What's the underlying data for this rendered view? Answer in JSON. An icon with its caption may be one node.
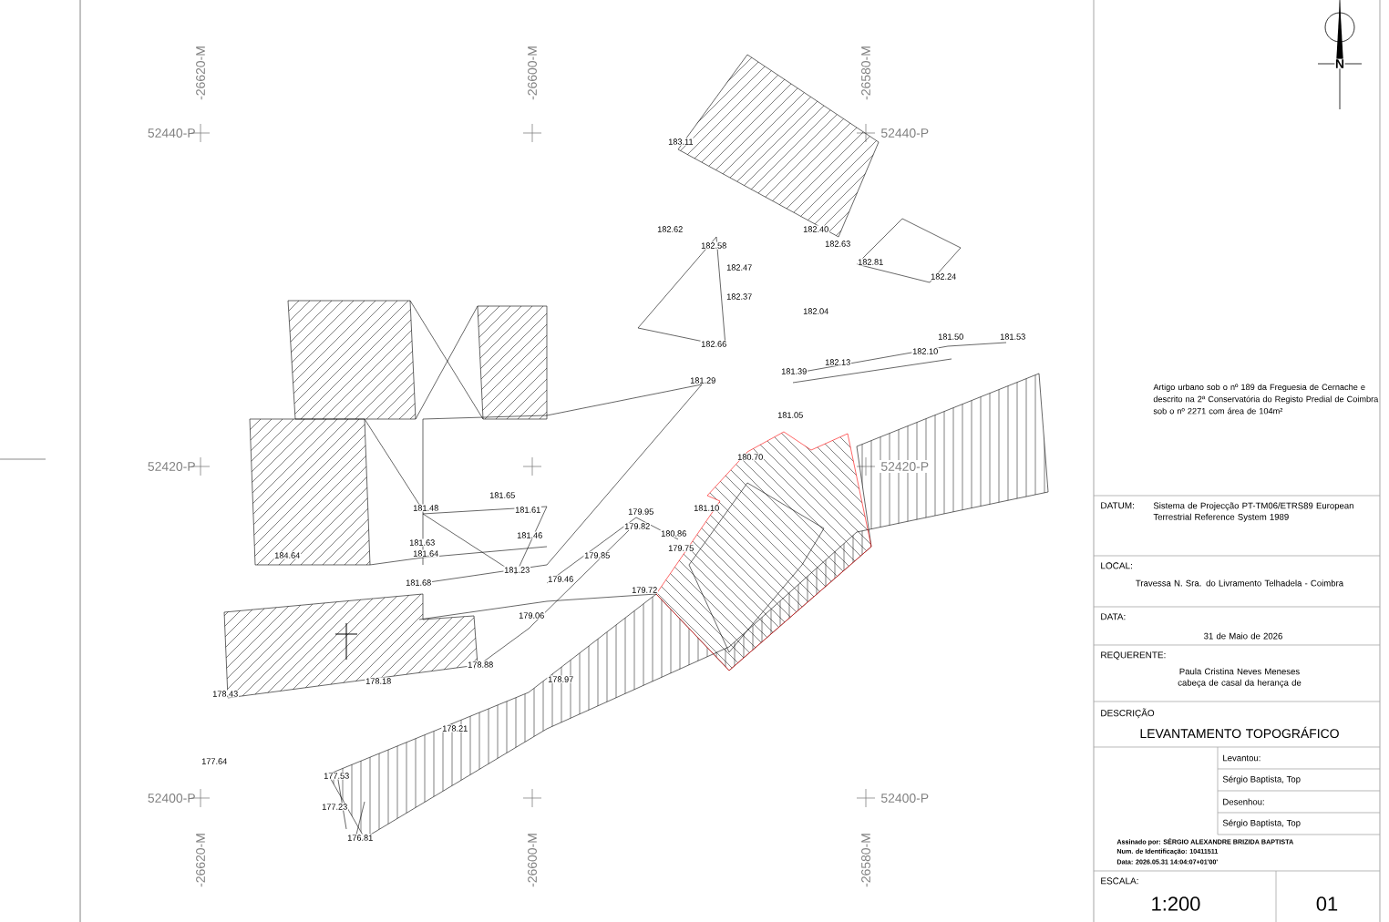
{
  "diagram": {
    "labels": [
      "52440-P",
      "-26620-M",
      "-26600-M",
      "-26580-M",
      "52440-P",
      "52420-P",
      "52420-P",
      "52400-P",
      "52400-P",
      "-26620-M",
      "-26600-M",
      "-26580-M",
      "183.11",
      "182.62",
      "182.40",
      "182.58",
      "182.63",
      "182.47",
      "182.81",
      "182.24",
      "182.37",
      "182.04",
      "182.66",
      "181.50",
      "181.53",
      "182.10",
      "182.13",
      "181.39",
      "181.29",
      "181.05",
      "180.70",
      "181.65",
      "181.48",
      "181.61",
      "179.95",
      "181.10",
      "179.82",
      "181.46",
      "180.86",
      "181.63",
      "179.75",
      "184.64",
      "181.64",
      "179.85",
      "181.23",
      "179.46",
      "181.68",
      "179.72",
      "179.06",
      "178.88",
      "178.18",
      "178.97",
      "178.43",
      "178.21",
      "177.64",
      "177.53",
      "177.23",
      "176.81",
      "N",
      "Artigo urbano sob o nº 189 da Freguesia de Cernache e descrito na 2ª Conservatória do Registo Predial de Coimbra sob o nº 2271 com área de 104m²",
      "DATUM:",
      "Sistema de Projecção PT-TM06/ETRS89 European Terrestrial Reference System 1989",
      "LOCAL:",
      "Travessa N. Sra. do Livramento Telhadela - Coimbra",
      "DATA:",
      "31 de Maio de 2026",
      "REQUERENTE:",
      "Paula Cristina Neves Meneses cabeça de casal da herança de",
      "DESCRIÇÃO",
      "LEVANTAMENTO TOPOGRÁFICO",
      "Levantou:",
      "Sérgio Baptista, Top",
      "Desenhou:",
      "Sérgio Baptista, Top",
      "Assinado por: SÉRGIO ALEXANDRE BRIZIDA BAPTISTA",
      "Num. de Identificação: 10411511",
      "Data: 2026.05.31 14:04:07+01'00'",
      "ESCALA:",
      "1:200",
      "01"
    ]
  }
}
